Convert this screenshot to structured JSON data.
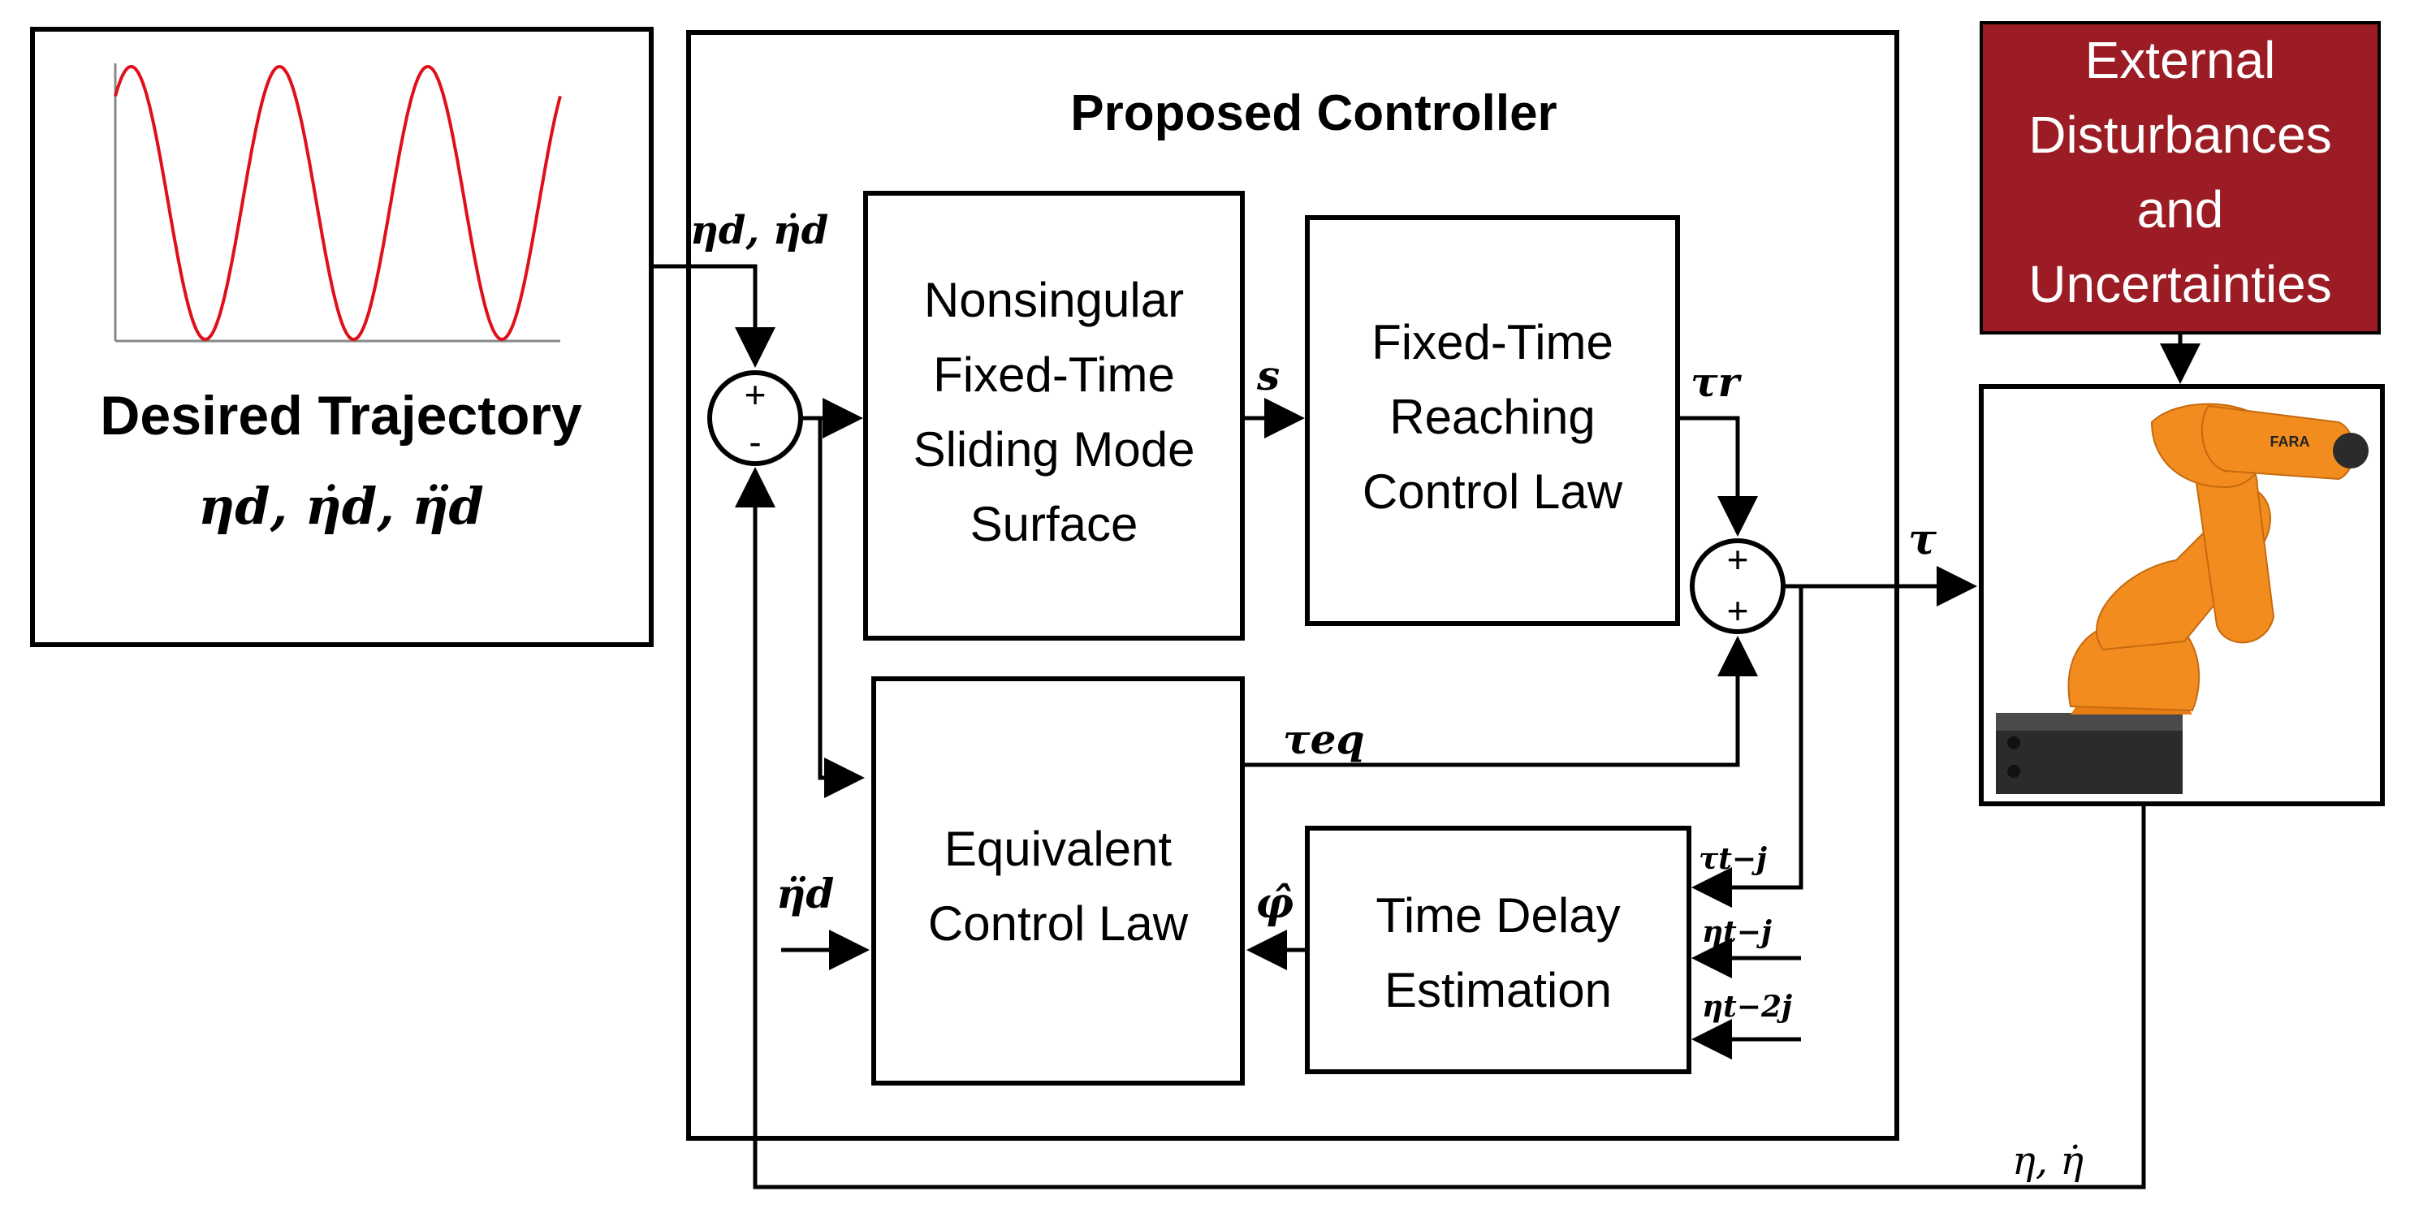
{
  "trajectory": {
    "title": "Desired Trajectory",
    "signals": "ηd, η̇d, η̈d"
  },
  "controller": {
    "title": "Proposed Controller",
    "sliding_surface": [
      "Nonsingular",
      "Fixed-Time",
      "Sliding Mode",
      "Surface"
    ],
    "reaching_law": [
      "Fixed-Time",
      "Reaching",
      "Control Law"
    ],
    "equivalent_law": [
      "Equivalent",
      "Control Law"
    ],
    "tde": [
      "Time Delay",
      "Estimation"
    ]
  },
  "disturbance": {
    "lines": [
      "External",
      "Disturbances",
      "and",
      "Uncertainties"
    ],
    "color": "#9b1c24"
  },
  "robot": {
    "brand": "FARA",
    "color": "#f28c1e"
  },
  "labels": {
    "eta_d_dot": "ηd, η̇d",
    "s": "s",
    "tau_r": "τr",
    "tau": "τ",
    "tau_eq": "τeq",
    "tau_tj": "τt−j",
    "eta_tj": "ηt−j",
    "eta_t2j": "ηt−2j",
    "phi_hat": "φ̂",
    "eta_dd": "η̈d",
    "feedback": "η, η̇"
  },
  "junctions": {
    "sum1_plus": "+",
    "sum1_minus": "-",
    "sum2_top": "+",
    "sum2_bottom": "+"
  }
}
